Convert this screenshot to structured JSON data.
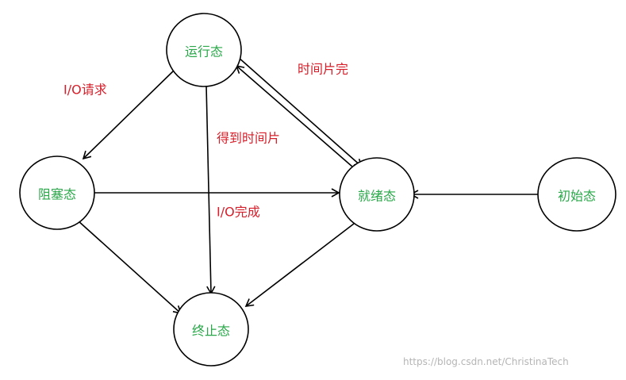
{
  "colors": {
    "node_stroke": "#000000",
    "edge_stroke": "#000000",
    "state_text": "#2aa84a",
    "edge_label_text": "#d61f2a",
    "watermark_text": "#b5b5b5"
  },
  "states": {
    "running": "运行态",
    "blocked": "阻塞态",
    "ready": "就绪态",
    "initial": "初始态",
    "terminated": "终止态"
  },
  "edge_labels": {
    "io_request": "I/O请求",
    "time_slice_complete": "时间片完",
    "gets_time_slice": "得到时间片",
    "io_complete": "I/O完成"
  },
  "watermark": "https://blog.csdn.net/ChristinaTech"
}
